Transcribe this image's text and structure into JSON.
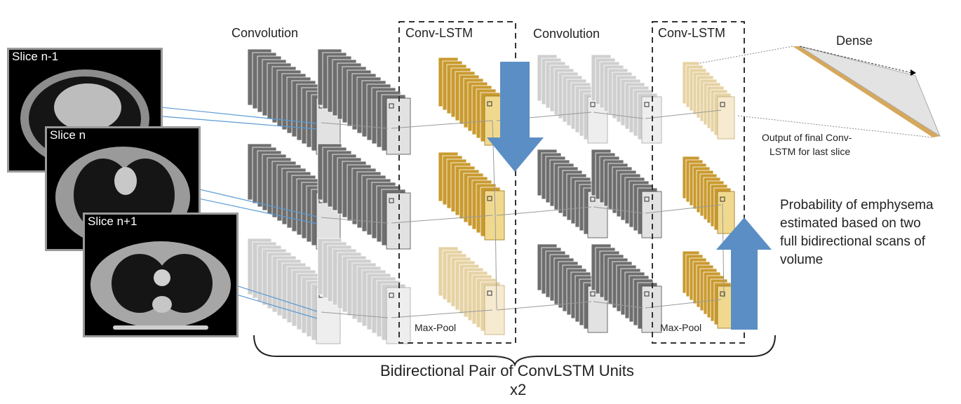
{
  "slices": [
    "Slice n-1",
    "Slice n",
    "Slice n+1"
  ],
  "headers": {
    "convolution_1": "Convolution",
    "convlstm_1": "Conv-LSTM",
    "convolution_2": "Convolution",
    "convlstm_2": "Conv-LSTM",
    "dense": "Dense"
  },
  "labels": {
    "maxpool_1": "Max-Pool",
    "maxpool_2": "Max-Pool",
    "final_output_line1": "Output of final Conv-",
    "final_output_line2": "LSTM for last slice",
    "probability_line1": "Probability of emphysema",
    "probability_line2": "estimated based on two",
    "probability_line3": "full bidirectional scans of",
    "probability_line4": "volume"
  },
  "caption": {
    "line1": "Bidirectional Pair of ConvLSTM Units",
    "line2": "x2"
  },
  "colors": {
    "gray_dark": "#6e6e6e",
    "gray_light": "#cfcfcf",
    "gold_dark": "#c99a2e",
    "gold_light": "#e6d2a3",
    "arrow_blue": "#5b8ec4",
    "link_blue": "#5b9bd5"
  }
}
